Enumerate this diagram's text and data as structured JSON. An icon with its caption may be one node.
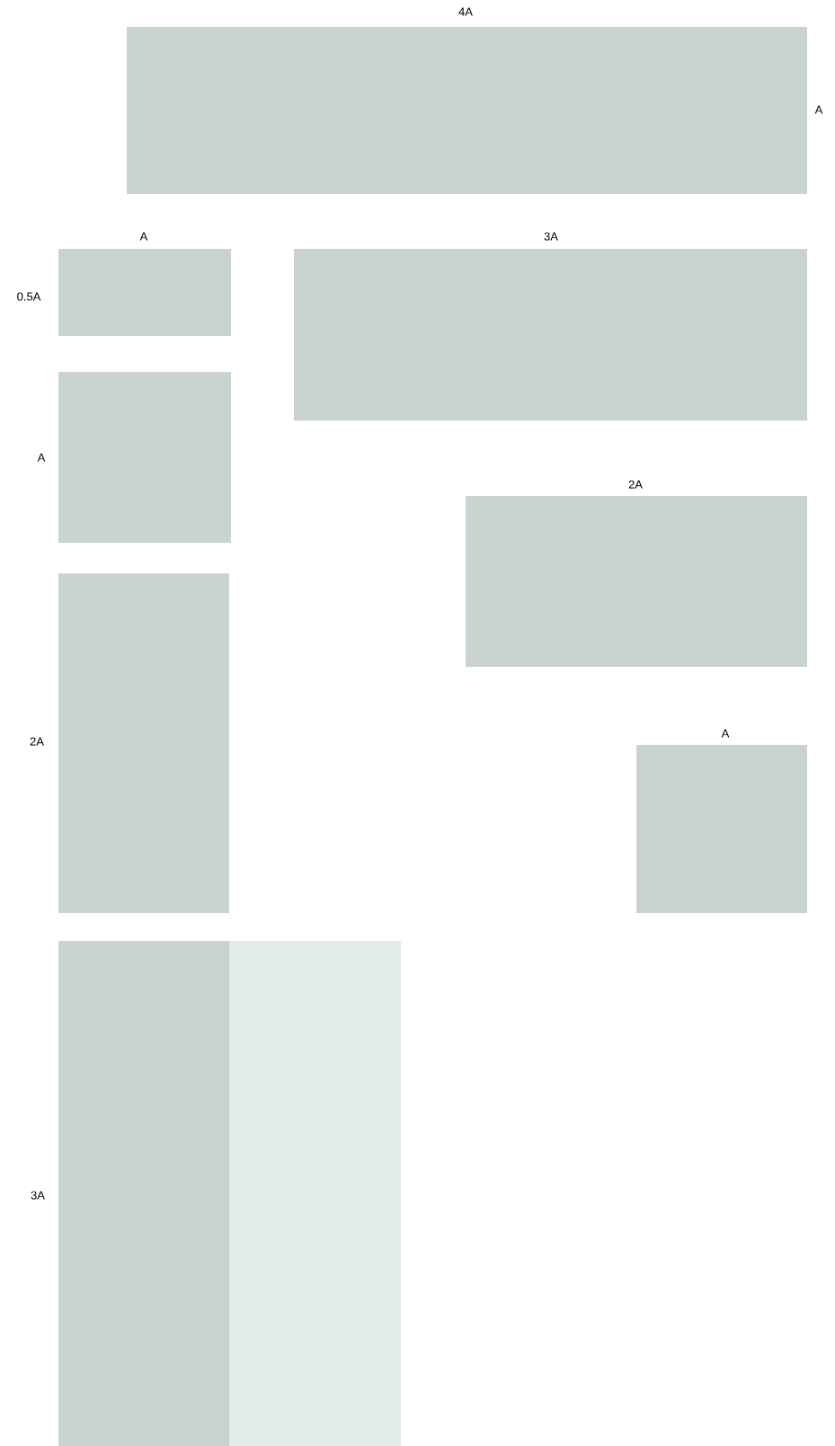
{
  "diagram": {
    "nodes": [
      {
        "text": [
          "4A",
          "A"
        ]
      },
      {
        "text": [
          "A",
          "0.5A"
        ]
      },
      {
        "text": [
          "3A"
        ]
      },
      {
        "text": [
          "A"
        ]
      },
      {
        "text": [
          "2A"
        ]
      },
      {
        "text": [
          "2A"
        ]
      },
      {
        "text": [
          "A"
        ]
      },
      {
        "text": [
          "3A"
        ]
      },
      {
        "text": [],
        "shape": "box"
      }
    ]
  }
}
